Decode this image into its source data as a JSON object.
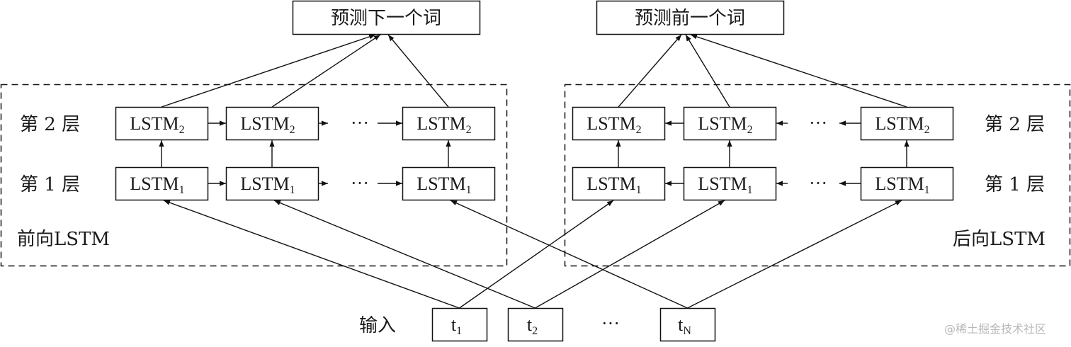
{
  "outputs": {
    "forward_target": "预测下一个词",
    "backward_target": "预测前一个词"
  },
  "forward": {
    "group_label": "前向LSTM",
    "layer2_label": "第 2 层",
    "layer1_label": "第 1 层",
    "cell_base": "LSTM",
    "layer2_sub": "2",
    "layer1_sub": "1",
    "ellipsis": "···",
    "direction": "left-to-right"
  },
  "backward": {
    "group_label": "后向LSTM",
    "layer2_label": "第 2 层",
    "layer1_label": "第 1 层",
    "cell_base": "LSTM",
    "layer2_sub": "2",
    "layer1_sub": "1",
    "ellipsis": "···",
    "direction": "right-to-left"
  },
  "inputs": {
    "label": "输入",
    "tokens": [
      {
        "base": "t",
        "sub": "1"
      },
      {
        "base": "t",
        "sub": "2"
      },
      {
        "base": "t",
        "sub": "N"
      }
    ],
    "ellipsis": "···"
  },
  "watermark": "@稀土掘金技术社区",
  "colors": {
    "stroke": "#111111",
    "background": "#ffffff",
    "watermark": "#b8b8b8"
  }
}
